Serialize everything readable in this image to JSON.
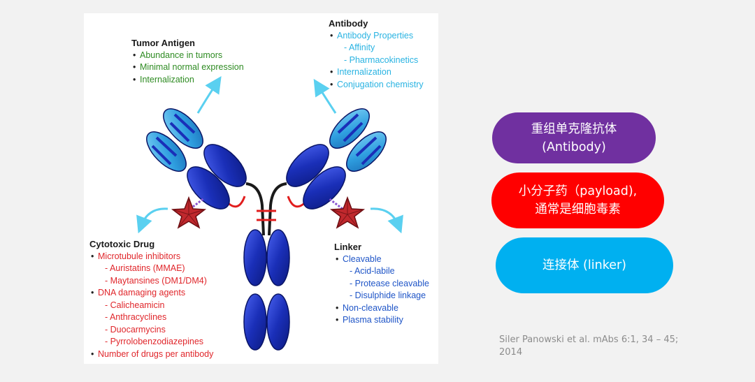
{
  "figure": {
    "tumor_antigen": {
      "title": "Tumor Antigen",
      "items": [
        "Abundance in tumors",
        "Minimal normal expression",
        "Internalization"
      ]
    },
    "antibody": {
      "title": "Antibody",
      "items": [
        {
          "text": "Antibody Properties",
          "level": 1
        },
        {
          "text": "- Affinity",
          "level": 2
        },
        {
          "text": "- Pharmacokinetics",
          "level": 2
        },
        {
          "text": "Internalization",
          "level": 1
        },
        {
          "text": "Conjugation chemistry",
          "level": 1
        }
      ]
    },
    "cytotoxic_drug": {
      "title": "Cytotoxic Drug",
      "items": [
        {
          "text": "Microtubule inhibitors",
          "level": 1
        },
        {
          "text": "- Auristatins (MMAE)",
          "level": 2
        },
        {
          "text": "- Maytansines (DM1/DM4)",
          "level": 2
        },
        {
          "text": "DNA damaging agents",
          "level": 1
        },
        {
          "text": "- Calicheamicin",
          "level": 2
        },
        {
          "text": "- Anthracyclines",
          "level": 2
        },
        {
          "text": "- Duocarmycins",
          "level": 2
        },
        {
          "text": "- Pyrrolobenzodiazepines",
          "level": 2
        },
        {
          "text": "Number of drugs per antibody",
          "level": 1
        }
      ]
    },
    "linker": {
      "title": "Linker",
      "items": [
        {
          "text": "Cleavable",
          "level": 1
        },
        {
          "text": "- Acid-labile",
          "level": 2
        },
        {
          "text": "- Protease cleavable",
          "level": 2
        },
        {
          "text": "- Disulphide linkage",
          "level": 2
        },
        {
          "text": "Non-cleavable",
          "level": 1
        },
        {
          "text": "Plasma stability",
          "level": 1
        }
      ]
    }
  },
  "labels": {
    "antibody_line1": "重组单克隆抗体",
    "antibody_line2": "(Antibody)",
    "payload_line1": "小分子药（payload),",
    "payload_line2": "通常是细胞毒素",
    "linker": "连接体 (linker)"
  },
  "citation": {
    "line1": "Siler Panowski et al. mAbs 6:1, 34 – 45;",
    "line2": "2014"
  },
  "colors": {
    "antibody_pill": "#7030a0",
    "payload_pill": "#ff0000",
    "linker_pill": "#00b0f0",
    "heavy_chain": "#1a2fb8",
    "light_chain": "#2f9fe0",
    "drug_star": "#c0282d",
    "arrow": "#5ad0f0"
  }
}
